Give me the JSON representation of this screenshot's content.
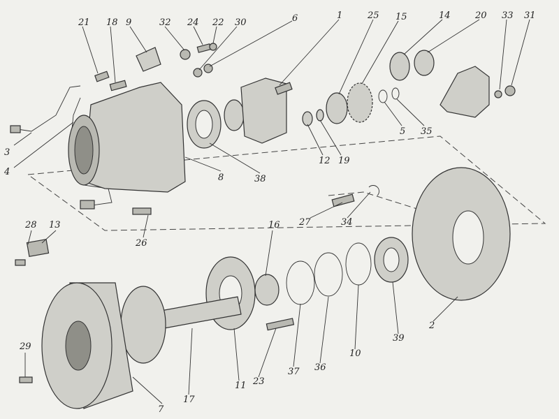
{
  "labels": [
    "1",
    "2",
    "3",
    "4",
    "5",
    "6",
    "7",
    "8",
    "9",
    "10",
    "11",
    "12",
    "13",
    "14",
    "15",
    "16",
    "17",
    "18",
    "19",
    "20",
    "21",
    "22",
    "23",
    "24",
    "25",
    "26",
    "27",
    "28",
    "29",
    "30",
    "31",
    "32",
    "33",
    "34",
    "35",
    "36",
    "37",
    "38",
    "39"
  ]
}
